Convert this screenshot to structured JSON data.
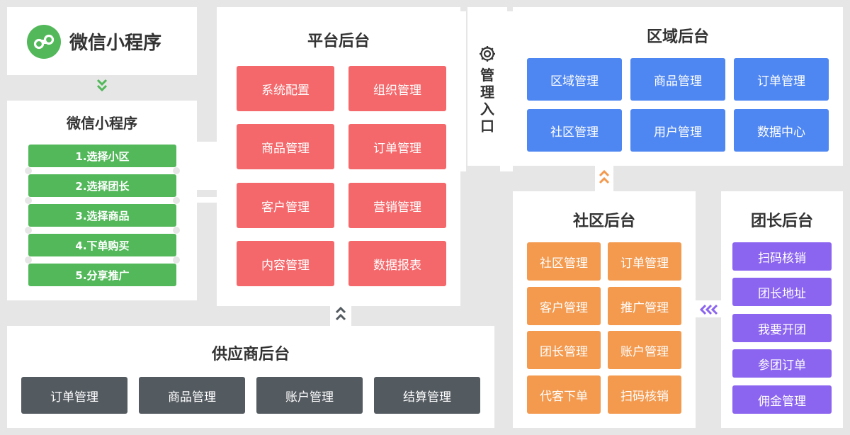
{
  "colors": {
    "platform": "#f4686b",
    "region": "#4f87f2",
    "community": "#f39a4f",
    "leader": "#8b64f0",
    "supplier": "#535a60",
    "miniprogram": "#52b85a"
  },
  "icons": {
    "miniprogram": "wechat-miniprogram-icon",
    "management": "gear-icon"
  },
  "miniprogram_header": {
    "title": "微信小程序"
  },
  "miniprogram_panel": {
    "title": "微信小程序",
    "steps": [
      "1.选择小区",
      "2.选择团长",
      "3.选择商品",
      "4.下单购买",
      "5.分享推广"
    ]
  },
  "platform": {
    "title": "平台后台",
    "items": [
      "系统配置",
      "组织管理",
      "商品管理",
      "订单管理",
      "客户管理",
      "营销管理",
      "内容管理",
      "数据报表"
    ]
  },
  "management_entry": {
    "label": "管理入口"
  },
  "region": {
    "title": "区域后台",
    "items": [
      "区域管理",
      "商品管理",
      "订单管理",
      "社区管理",
      "用户管理",
      "数据中心"
    ]
  },
  "community": {
    "title": "社区后台",
    "items": [
      "社区管理",
      "订单管理",
      "客户管理",
      "推广管理",
      "团长管理",
      "账户管理",
      "代客下单",
      "扫码核销"
    ]
  },
  "leader": {
    "title": "团长后台",
    "items": [
      "扫码核销",
      "团长地址",
      "我要开团",
      "参团订单",
      "佣金管理"
    ]
  },
  "supplier": {
    "title": "供应商后台",
    "items": [
      "订单管理",
      "商品管理",
      "账户管理",
      "结算管理"
    ]
  }
}
